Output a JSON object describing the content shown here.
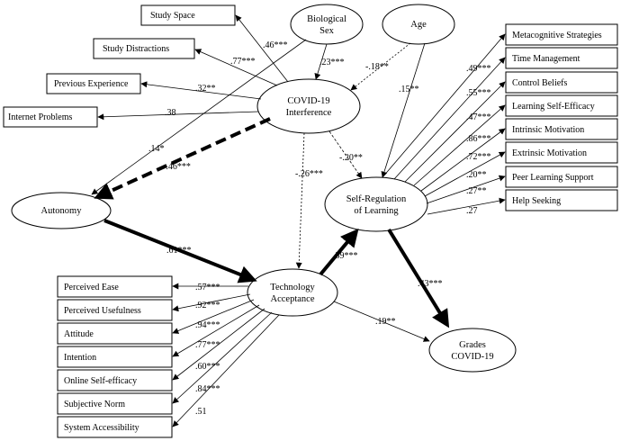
{
  "latent": {
    "bio_sex": [
      "Biological",
      "Sex"
    ],
    "age": [
      "Age"
    ],
    "covid": [
      "COVID-19",
      "Interference"
    ],
    "autonomy": [
      "Autonomy"
    ],
    "srl": [
      "Self-Regulation",
      "of Learning"
    ],
    "tech": [
      "Technology",
      "Acceptance"
    ],
    "grades": [
      "Grades",
      "COVID-19"
    ]
  },
  "covid_indicators": [
    {
      "label": "Study Space",
      "coef": ".46***"
    },
    {
      "label": "Study Distractions",
      "coef": ".77***"
    },
    {
      "label": "Previous Experience",
      "coef": ".32**"
    },
    {
      "label": "Internet Problems",
      "coef": ".38"
    }
  ],
  "srl_indicators": [
    {
      "label": "Metacognitive Strategies",
      "coef": ".49***"
    },
    {
      "label": "Time Management",
      "coef": ".55***"
    },
    {
      "label": "Control Beliefs",
      "coef": ".47***"
    },
    {
      "label": "Learning Self-Efficacy",
      "coef": ".86***"
    },
    {
      "label": "Intrinsic Motivation",
      "coef": ".72***"
    },
    {
      "label": "Extrinsic Motivation",
      "coef": ".20**"
    },
    {
      "label": "Peer Learning Support",
      "coef": ".27**"
    },
    {
      "label": "Help Seeking",
      "coef": ".27"
    }
  ],
  "tech_indicators": [
    {
      "label": "Perceived Ease",
      "coef": ".57***"
    },
    {
      "label": "Perceived Usefulness",
      "coef": ".92***"
    },
    {
      "label": "Attitude",
      "coef": ".94***"
    },
    {
      "label": "Intention",
      "coef": ".77***"
    },
    {
      "label": "Online Self-efficacy",
      "coef": ".60***"
    },
    {
      "label": "Subjective Norm",
      "coef": ".84***"
    },
    {
      "label": "System Accessibility",
      "coef": ".51"
    }
  ],
  "paths": {
    "sex_covid": ".23***",
    "age_covid": "-.18**",
    "age_srl": ".15**",
    "sex_autonomy": ".14*",
    "covid_autonomy": "-.46***",
    "covid_tech": "-.26***",
    "covid_srl": "-.20**",
    "autonomy_tech": ".61***",
    "tech_srl": ".39***",
    "srl_grades": ".43***",
    "tech_grades": ".19**"
  }
}
